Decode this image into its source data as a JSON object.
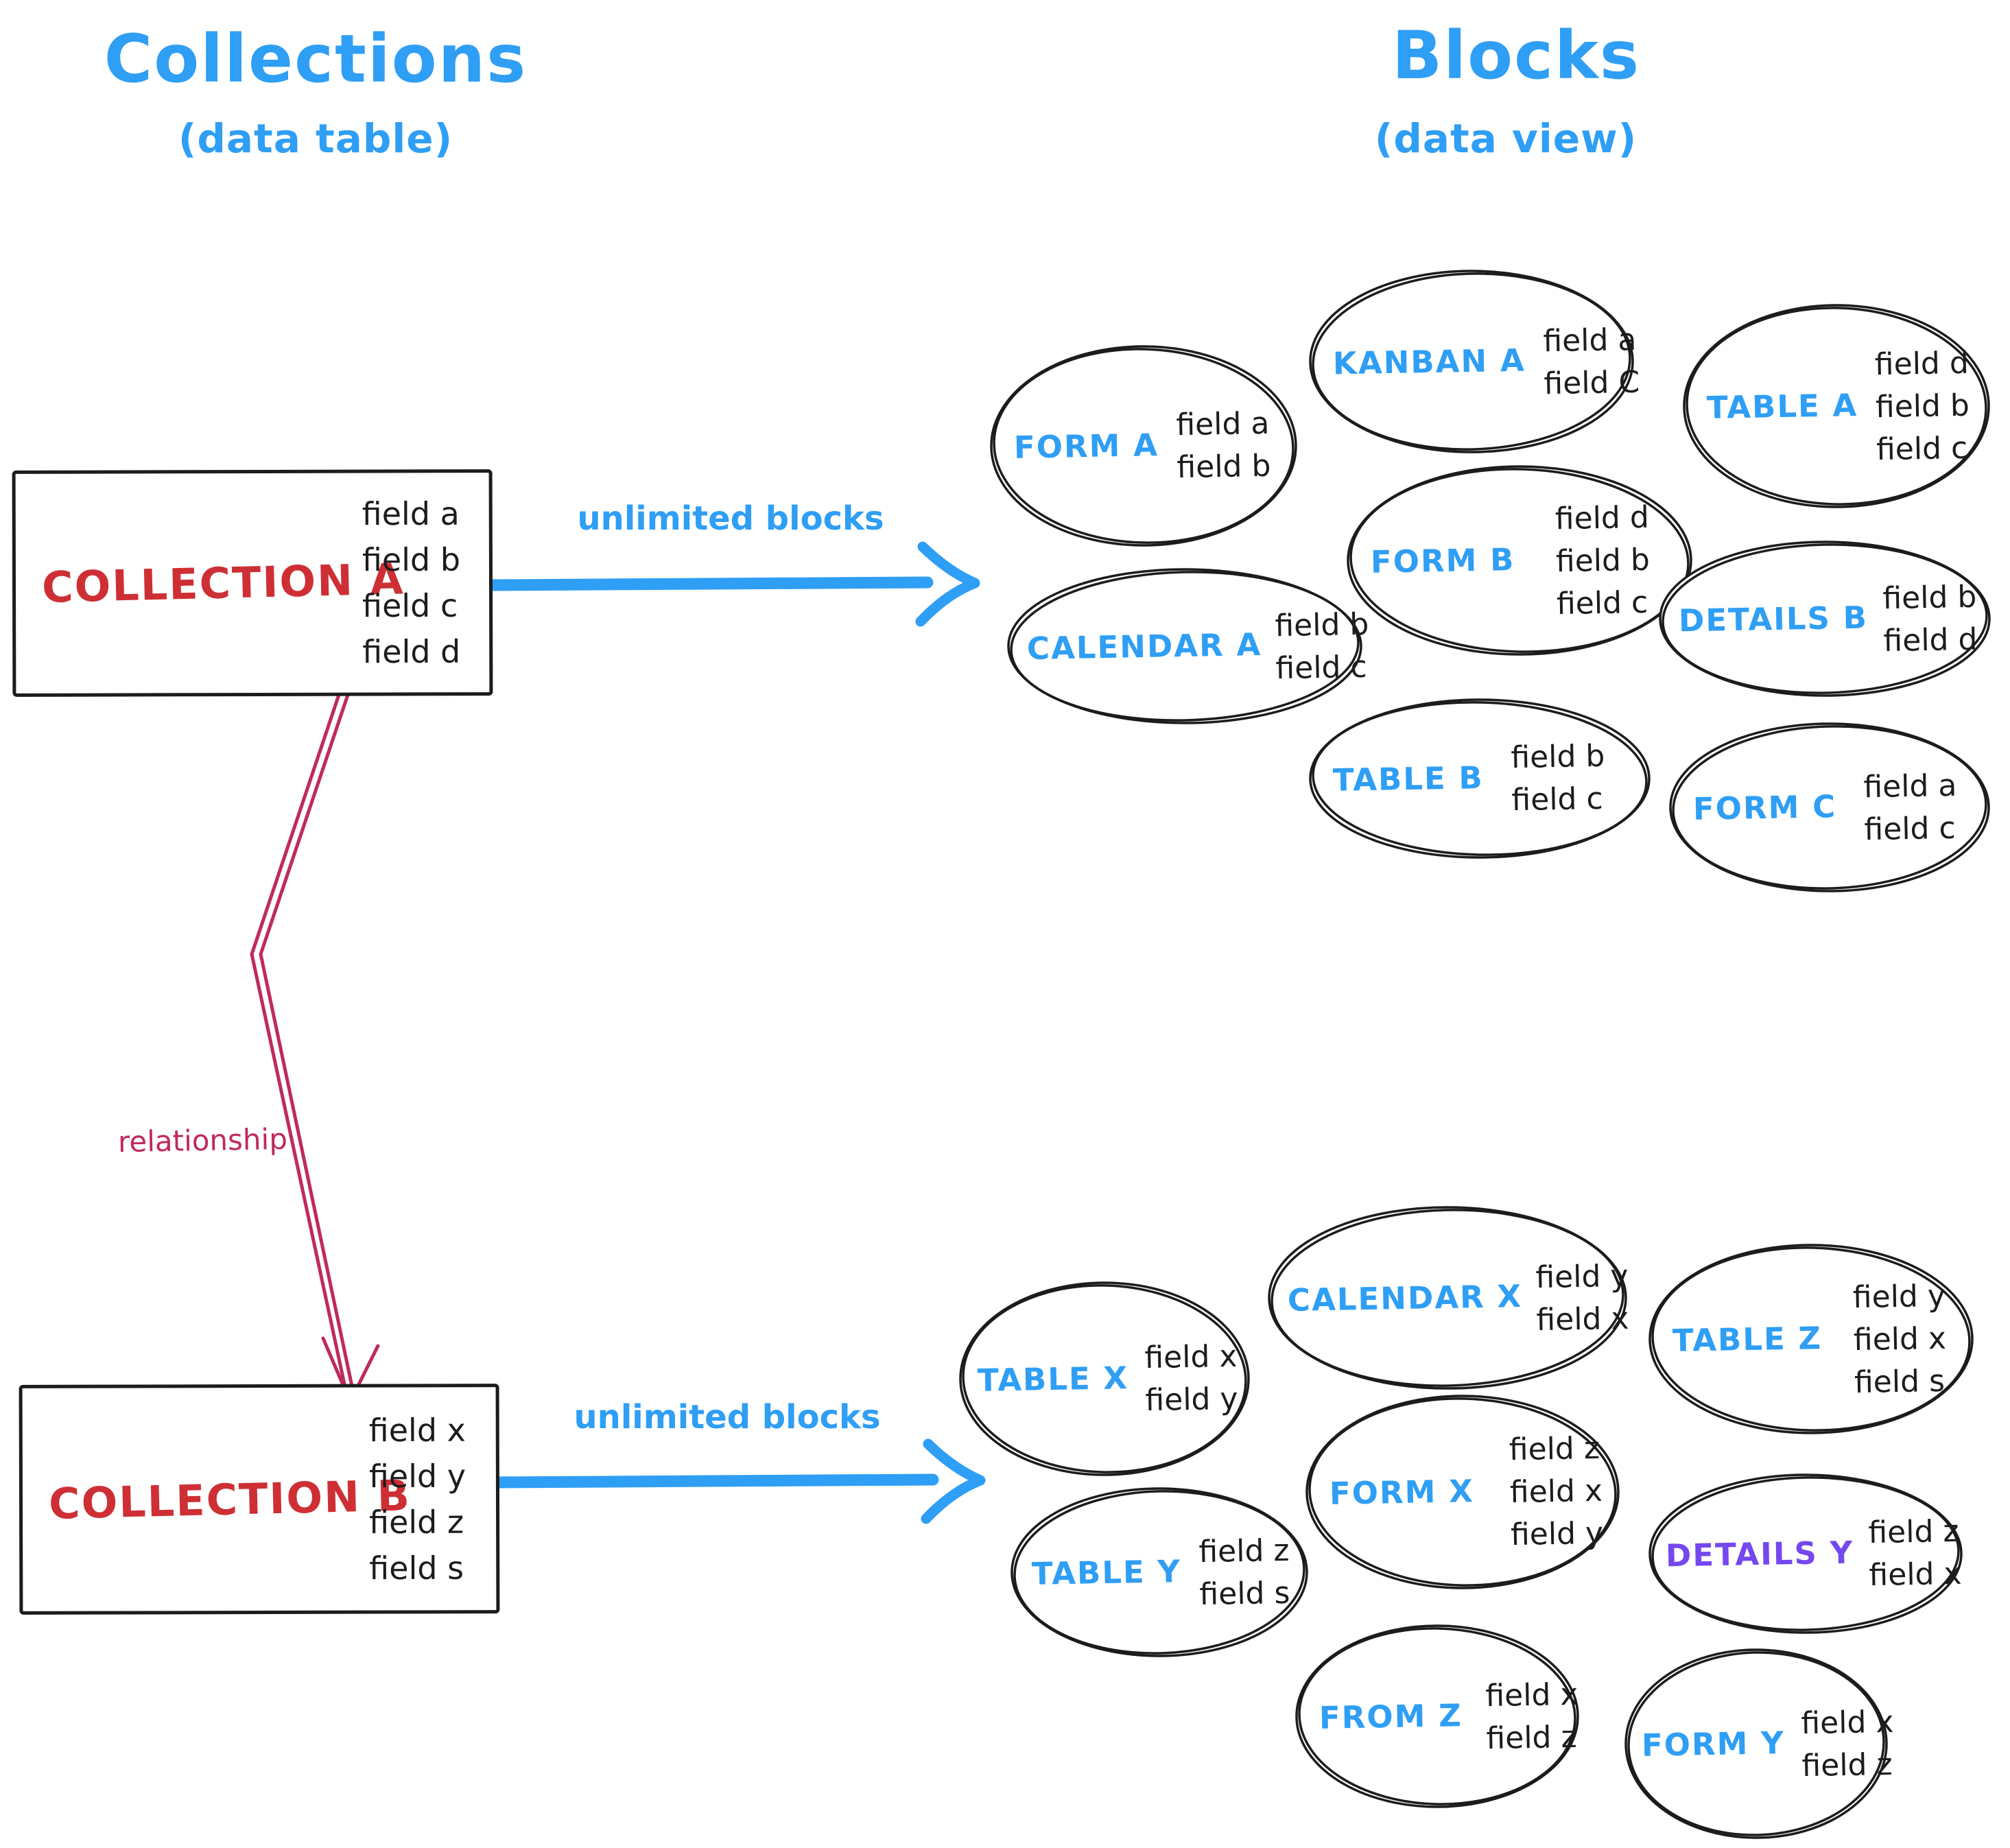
{
  "titles": {
    "left": {
      "title": "Collections",
      "subtitle": "(data table)"
    },
    "right": {
      "title": "Blocks",
      "subtitle": "(data view)"
    }
  },
  "colors": {
    "blue": "#2f9ef5",
    "red": "#ce2f34",
    "berry": "#bf2a5e",
    "purple": "#7448ee",
    "ink": "#1c1c1c"
  },
  "collections": [
    {
      "name": "COLLECTION A",
      "fields": [
        "field a",
        "field b",
        "field c",
        "field d"
      ]
    },
    {
      "name": "COLLECTION B",
      "fields": [
        "field x",
        "field y",
        "field z",
        "field s"
      ]
    }
  ],
  "arrows": {
    "unlimited_a": "unlimited blocks",
    "unlimited_b": "unlimited blocks",
    "relationship": "relationship"
  },
  "blocks_a": [
    {
      "label": "FORM A",
      "fields": [
        "field a",
        "field b"
      ]
    },
    {
      "label": "KANBAN A",
      "fields": [
        "field a",
        "field C"
      ]
    },
    {
      "label": "TABLE A",
      "fields": [
        "field d",
        "field b",
        "field c"
      ]
    },
    {
      "label": "CALENDAR A",
      "fields": [
        "field b",
        "field c"
      ]
    },
    {
      "label": "FORM B",
      "fields": [
        "field d",
        "field b",
        "field c"
      ]
    },
    {
      "label": "DETAILS B",
      "fields": [
        "field b",
        "field d"
      ]
    },
    {
      "label": "TABLE B",
      "fields": [
        "field b",
        "field c"
      ]
    },
    {
      "label": "FORM C",
      "fields": [
        "field a",
        "field c"
      ]
    }
  ],
  "blocks_b": [
    {
      "label": "TABLE X",
      "fields": [
        "field x",
        "field y"
      ]
    },
    {
      "label": "CALENDAR X",
      "fields": [
        "field y",
        "field x"
      ]
    },
    {
      "label": "TABLE Z",
      "fields": [
        "field y",
        "field x",
        "field s"
      ]
    },
    {
      "label": "TABLE Y",
      "fields": [
        "field z",
        "field s"
      ]
    },
    {
      "label": "FORM X",
      "fields": [
        "field z",
        "field x",
        "field y"
      ]
    },
    {
      "label": "DETAILS Y",
      "fields": [
        "field z",
        "field x"
      ]
    },
    {
      "label": "FROM Z",
      "fields": [
        "field x",
        "field z"
      ]
    },
    {
      "label": "FORM Y",
      "fields": [
        "field x",
        "field z"
      ]
    }
  ]
}
